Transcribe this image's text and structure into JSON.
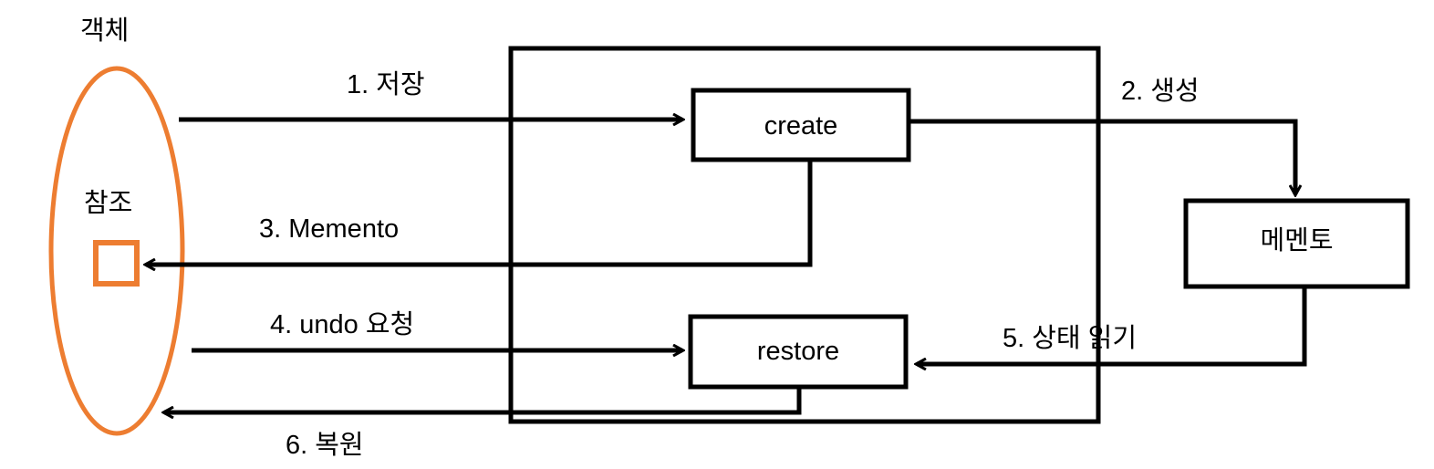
{
  "diagram": {
    "title_label": "객체",
    "reference_label": "참조",
    "colors": {
      "stroke": "#000000",
      "accent_orange": "#ED7D31",
      "background": "#FFFFFF"
    },
    "boxes": [
      {
        "id": "create",
        "label": "create"
      },
      {
        "id": "restore",
        "label": "restore"
      },
      {
        "id": "memento",
        "label": "메멘토"
      }
    ],
    "steps": [
      {
        "n": 1,
        "label": "1. 저장"
      },
      {
        "n": 2,
        "label": "2. 생성"
      },
      {
        "n": 3,
        "label": "3. Memento"
      },
      {
        "n": 4,
        "label": "4. undo 요청"
      },
      {
        "n": 5,
        "label": "5. 상태 읽기"
      },
      {
        "n": 6,
        "label": "6. 복원"
      }
    ]
  }
}
